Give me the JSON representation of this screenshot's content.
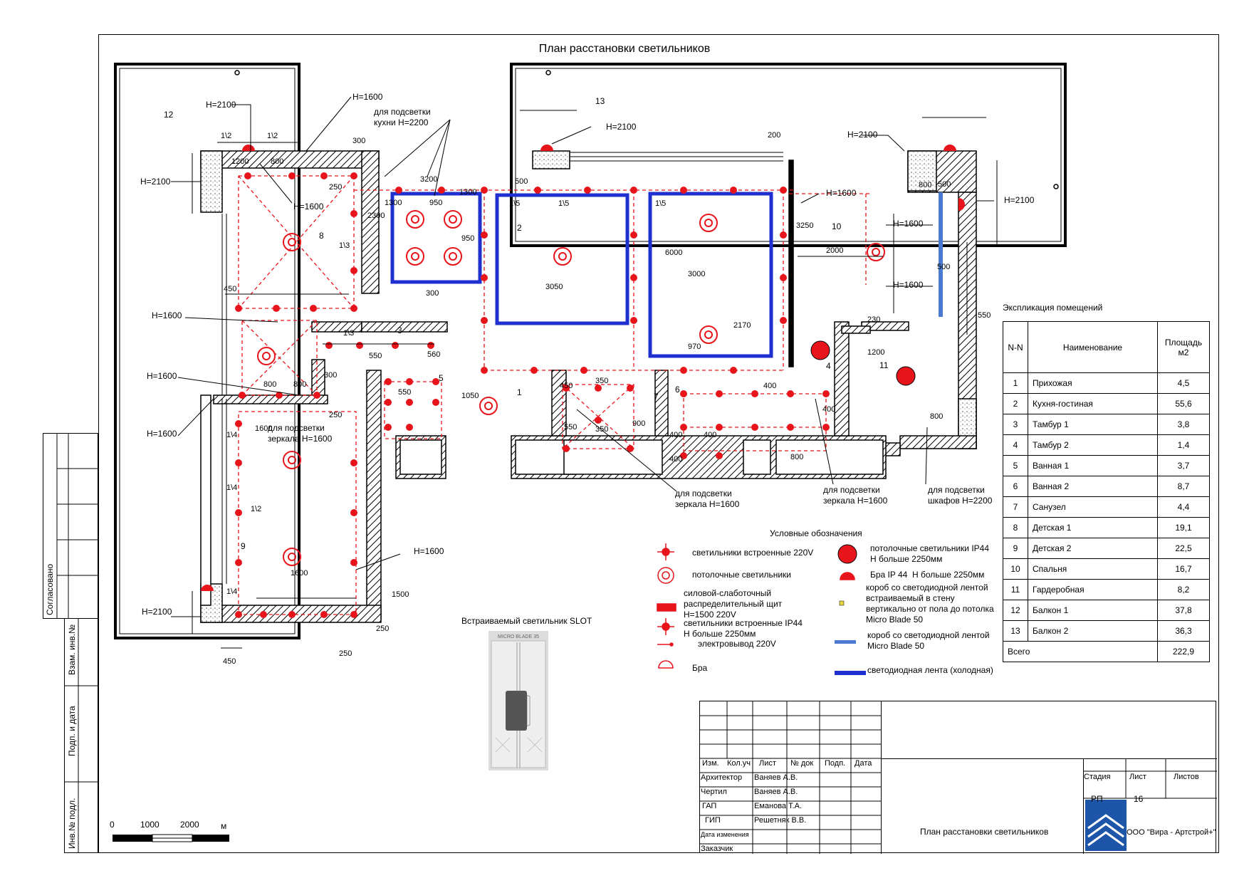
{
  "title": "План расстановки светильников",
  "rooms": {
    "r1": "1",
    "r2": "2",
    "r3": "3",
    "r4": "4",
    "r5": "5",
    "r6": "6",
    "r7": "7",
    "r8": "8",
    "r9": "9",
    "r10": "10",
    "r11": "11",
    "r12": "12",
    "r13": "13"
  },
  "callouts": {
    "h2100_a": "H=2100",
    "h2100_b": "H=2100",
    "h2100_c": "H=2100",
    "h2100_d": "H=2100",
    "h2100_e": "H=2100",
    "h2100_f": "H=2100",
    "h1600_a": "H=1600",
    "h1600_b": "H=1600",
    "h1600_c": "H=1600",
    "h1600_d": "H=1600",
    "h1600_e": "H=1600",
    "h1600_f": "H=1600",
    "h1600_g": "H=1600",
    "h1600_h": "H=1600",
    "h1600_i": "H=1600",
    "kitchen": "для подсветки\nкухни H=2200",
    "mirror_a": "для подсветки\nзеркала H=1600",
    "mirror_b": "для подсветки\nзеркала H=1600",
    "mirror_c": "для подсветки\nзеркала H=1600",
    "wardrobe": "для подсветки\nшкафов H=2200"
  },
  "dims": {
    "d1": "1\\2",
    "d2": "1\\2",
    "d3": "1200",
    "d4": "800",
    "d5": "300",
    "d6": "3200",
    "d7": "1300",
    "d8": "950",
    "d9": "950",
    "d10": "2300",
    "d11": "250",
    "d12": "1\\3",
    "d13": "500",
    "d14": "1300",
    "d15": "1\\5",
    "d16": "1\\5",
    "d17": "1\\5",
    "d18": "6000",
    "d19": "3000",
    "d20": "2170",
    "d21": "970",
    "d22": "3050",
    "d23": "3250",
    "d24": "2000",
    "d25": "200",
    "d26": "800",
    "d27": "500",
    "d28": "500",
    "d29": "550",
    "d30": "230",
    "d31": "1200",
    "d32": "800",
    "d33": "450",
    "d34": "1\\3",
    "d35": "300",
    "d36": "550",
    "d37": "560",
    "d38": "300",
    "d39": "550",
    "d40": "1050",
    "d41": "450",
    "d42": "350",
    "d43": "550",
    "d44": "350",
    "d45": "900",
    "d46": "400",
    "d47": "400",
    "d48": "400",
    "d49": "800",
    "d50": "400",
    "d51": "400",
    "d52": "1600",
    "d53": "1600",
    "d54": "1500",
    "d55": "250",
    "d56": "250",
    "d57": "450",
    "d58": "800",
    "d59": "800",
    "d60": "1\\4",
    "d61": "1\\2",
    "d62": "1\\4",
    "d63": "250",
    "d64": "1\\4"
  },
  "legend": {
    "heading": "Условные обозначения",
    "l1": "светильники встроенные 220V",
    "l2": "потолочные светильники",
    "l3": "силовой-слаботочный\nраспределительный щит\nH=1500 220V",
    "l4": "светильники встроенные IP44\nH больше 2250мм",
    "l5": "электровывод 220V",
    "l6": "Бра",
    "l7": "потолочные светильники IP44\nH больше 2250мм",
    "l8": "Бра IP 44  H больше 2250мм",
    "l9": "короб со светодиодной лентой\nвстраиваемый в стену\nвертикально от пола до потолка\nMicro Blade 50",
    "l10": "короб со светодиодной лентой\nMicro Blade 50",
    "l11": "светодиодная лента (холодная)"
  },
  "slot": {
    "title": "Встраиваемый светильник SLOT",
    "label": "MICRO BLADE 35"
  },
  "explication": {
    "title": "Экспликация  помещений",
    "col_n": "N-N",
    "col_name": "Наименование",
    "col_area": "Площадь\nм2",
    "rows": [
      {
        "n": "1",
        "name": "Прихожая",
        "area": "4,5"
      },
      {
        "n": "2",
        "name": "Кухня-гостиная",
        "area": "55,6"
      },
      {
        "n": "3",
        "name": "Тамбур 1",
        "area": "3,8"
      },
      {
        "n": "4",
        "name": "Тамбур 2",
        "area": "1,4"
      },
      {
        "n": "5",
        "name": "Ванная 1",
        "area": "3,7"
      },
      {
        "n": "6",
        "name": "Ванная 2",
        "area": "8,7"
      },
      {
        "n": "7",
        "name": "Санузел",
        "area": "4,4"
      },
      {
        "n": "8",
        "name": "Детская 1",
        "area": "19,1"
      },
      {
        "n": "9",
        "name": "Детская 2",
        "area": "22,5"
      },
      {
        "n": "10",
        "name": "Спальня",
        "area": "16,7"
      },
      {
        "n": "11",
        "name": "Гардеробная",
        "area": "8,2"
      },
      {
        "n": "12",
        "name": "Балкон 1",
        "area": "37,8"
      },
      {
        "n": "13",
        "name": "Балкон 2",
        "area": "36,3"
      }
    ],
    "total_label": "Всего",
    "total_area": "222,9"
  },
  "stamp": {
    "h_izm": "Изм.",
    "h_kol": "Кол.уч",
    "h_list": "Лист",
    "h_ndok": "№ док",
    "h_podp": "Подп.",
    "h_data": "Дата",
    "role1": "Архитектор",
    "name1": "Ваняев А.В.",
    "role2": "Чертил",
    "name2": "Ваняев А.В.",
    "role3": "ГАП",
    "name3": "Еманова Т.А.",
    "role4": "ГИП",
    "name4": "Решетняк В.В.",
    "role5": "Дата изменения",
    "role6": "Заказчик",
    "sheet_title": "План расстановки светильников",
    "stage_h": "Стадия",
    "list_h": "Лист",
    "lists_h": "Листов",
    "stage": "РП",
    "list": "16",
    "lists": "",
    "company": "ООО \"Вира - Артстрой+\""
  },
  "sidebar": {
    "agreed": "Согласовано",
    "vzam": "Взам. инв.№",
    "podp": "Подп. и дата",
    "inv": "Инв.№ подл."
  },
  "scale": {
    "s0": "0",
    "s1": "1000",
    "s2": "2000",
    "unit": "м"
  },
  "colors": {
    "fixture": "#e8141b",
    "led": "#1f2fd0",
    "wall": "#000000"
  }
}
